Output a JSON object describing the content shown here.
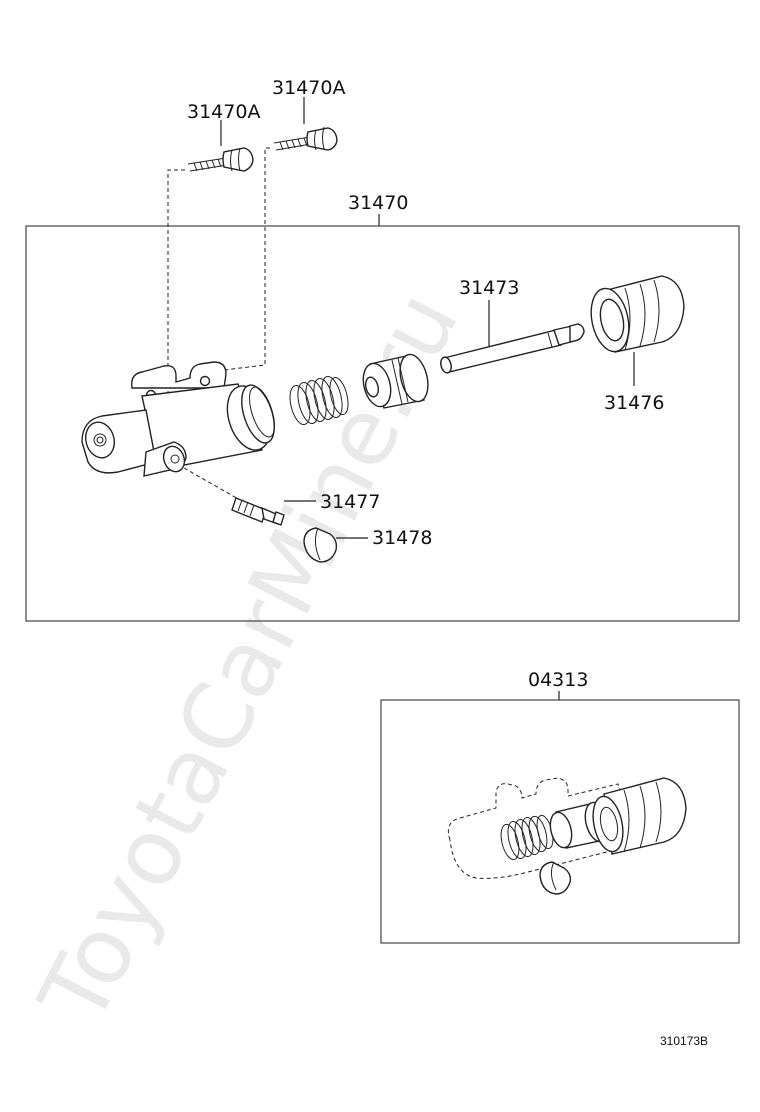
{
  "watermark": "ToyotaCarMine.ru",
  "diagram_code": "310173B",
  "labels": {
    "bolt_a_upper": "31470A",
    "bolt_a_lower": "31470A",
    "assembly": "31470",
    "push_rod": "31473",
    "boot": "31476",
    "bleeder_plug": "31477",
    "bleeder_cap": "31478",
    "repair_kit": "04313"
  }
}
